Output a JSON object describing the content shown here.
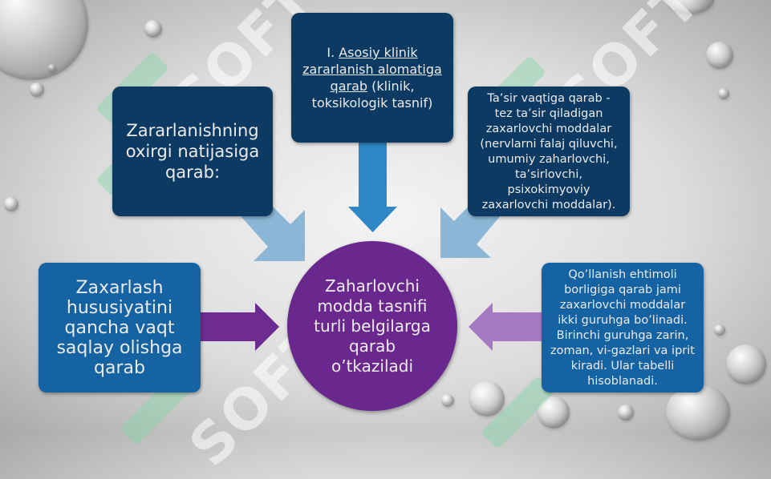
{
  "watermark": {
    "text": "SOFT"
  },
  "center": {
    "text": "Zaharlovchi modda tasnifi turli belgilarga qarab o’tkaziladi"
  },
  "box_top_center": {
    "prefix": "I. ",
    "underlined": "Asosiy klinik zararlanish alomatiga qarab",
    "rest": " (klinik, toksikologik tasnif)"
  },
  "box_top_left": {
    "text": "Zararlanishning oxirgi natijasiga qarab:"
  },
  "box_top_right": {
    "text": "Ta’sir vaqtiga qarab - tez ta’sir qiladigan zaxarlovchi moddalar (nervlarni falaj qiluvchi, umumiy zaharlovchi, ta’sirlovchi, psixokimyoviy zaxarlovchi moddalar)."
  },
  "box_left": {
    "text": "Zaxarlash hususiyatini qancha vaqt saqlay olishga qarab"
  },
  "box_right": {
    "text": "Qo’llanish ehtimoli borligiga qarab jami zaxarlovchi moddalar ikki guruhga bo’linadi. Birinchi guruhga zarin, zoman, vi-gazlari va iprit kiradi. Ular tabelli hisoblanadi."
  },
  "colors": {
    "dark_box": "#0d3a62",
    "mid_box": "#1663a3",
    "circle": "#6a288e",
    "arrow_blue": "#2f87c6",
    "arrow_light": "#86b3d4",
    "arrow_purple": "#6e2c90",
    "arrow_lilac": "#a67ac3"
  }
}
